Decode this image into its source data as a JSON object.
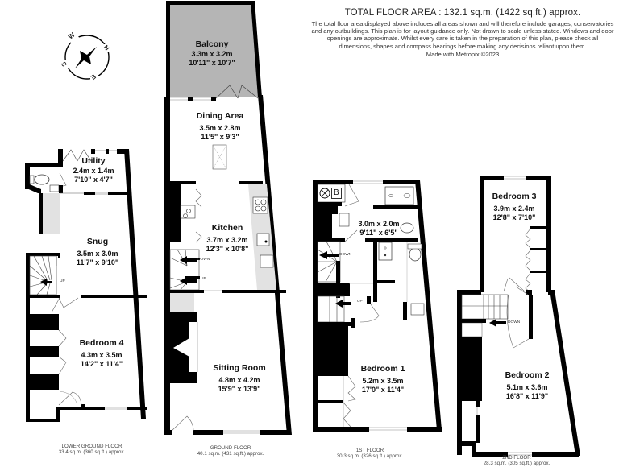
{
  "header": {
    "title": "TOTAL FLOOR AREA : 132.1 sq.m. (1422 sq.ft.) approx.",
    "disclaimer": "The total floor area displayed above includes all areas shown and will therefore include garages, conservatories and any outbuildings. This plan is for layout guidance only. Not drawn to scale unless stated. Windows and door openings are approximate. Whilst every care is taken in the preparation of this plan, please check all dimensions, shapes and compass bearings before making any decisions reliant upon them.",
    "made_with": "Made with Metropix ©2023"
  },
  "compass": {
    "icon": "compass-star-icon",
    "labels": {
      "n": "N",
      "e": "E",
      "s": "S",
      "w": "W"
    }
  },
  "colors": {
    "wall": "#000000",
    "balcony_fill": "#b5b5b5",
    "corridor_fill": "#e2e2e2",
    "text": "#111111"
  },
  "floors": [
    {
      "name": "LOWER GROUND FLOOR",
      "area": "33.4 sq.m. (360 sq.ft.) approx.",
      "rooms": [
        {
          "name": "Utility",
          "metric": "2.4m  x 1.4m",
          "imperial": "7'10\"  x 4'7\""
        },
        {
          "name": "Snug",
          "metric": "3.5m  x 3.0m",
          "imperial": "11'7\"  x 9'10\""
        },
        {
          "name": "Bedroom 4",
          "metric": "4.3m  x 3.5m",
          "imperial": "14'2\"  x 11'4\""
        }
      ],
      "stair_labels": [
        "UP"
      ]
    },
    {
      "name": "GROUND FLOOR",
      "area": "40.1 sq.m. (431 sq.ft.) approx.",
      "rooms": [
        {
          "name": "Balcony",
          "metric": "3.3m  x 3.2m",
          "imperial": "10'11\"  x 10'7\""
        },
        {
          "name": "Dining Area",
          "metric": "3.5m  x 2.8m",
          "imperial": "11'5\"  x 9'3\""
        },
        {
          "name": "Kitchen",
          "metric": "3.7m  x 3.2m",
          "imperial": "12'3\"  x 10'8\""
        },
        {
          "name": "Sitting Room",
          "metric": "4.8m  x 4.2m",
          "imperial": "15'9\"  x 13'9\""
        }
      ],
      "stair_labels": [
        "DOWN",
        "UP"
      ]
    },
    {
      "name": "1ST FLOOR",
      "area": "30.3 sq.m. (326 sq.ft.) approx.",
      "rooms": [
        {
          "name": "",
          "metric": "3.0m  x 2.0m",
          "imperial": "9'11\"  x 6'5\""
        },
        {
          "name": "Bedroom 1",
          "metric": "5.2m  x 3.5m",
          "imperial": "17'0\"  x 11'4\""
        }
      ],
      "stair_labels": [
        "DOWN",
        "UP"
      ],
      "boiler_label": "B"
    },
    {
      "name": "2ND FLOOR",
      "area": "28.3 sq.m. (305 sq.ft.) approx.",
      "rooms": [
        {
          "name": "Bedroom 3",
          "metric": "3.9m  x 2.4m",
          "imperial": "12'8\"  x 7'10\""
        },
        {
          "name": "Bedroom 2",
          "metric": "5.1m  x 3.6m",
          "imperial": "16'8\"  x 11'9\""
        }
      ],
      "stair_labels": [
        "DOWN"
      ]
    }
  ]
}
